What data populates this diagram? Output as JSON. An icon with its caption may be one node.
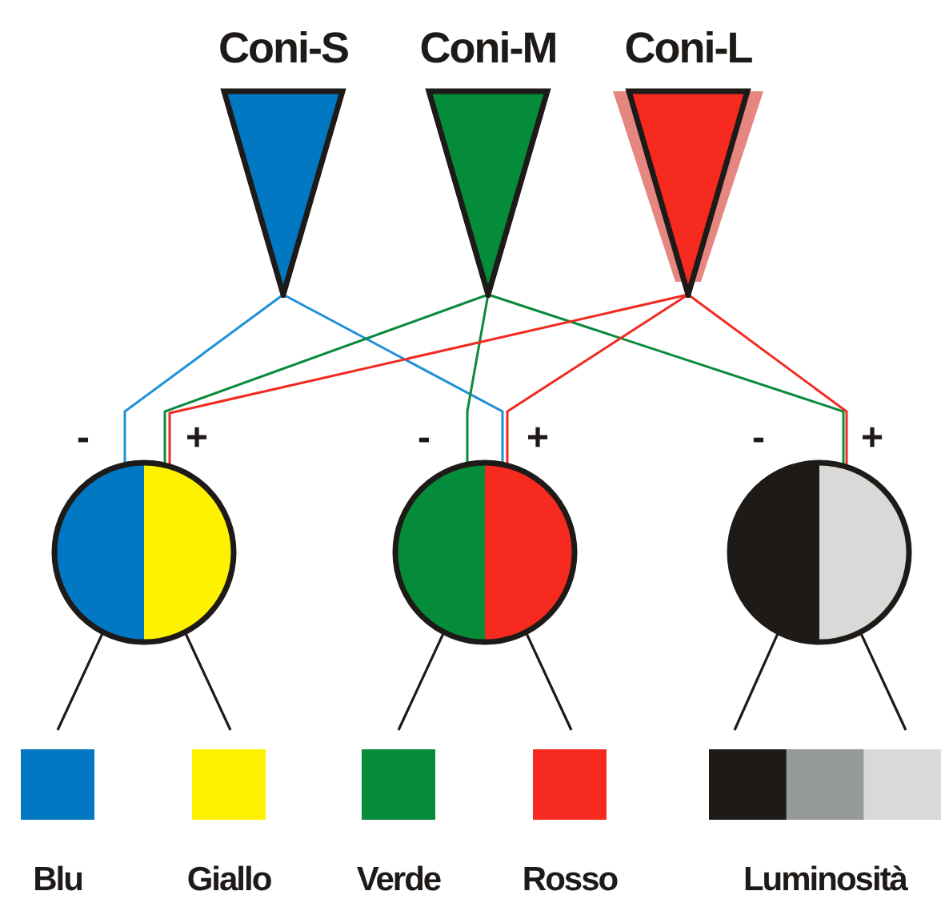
{
  "diagram": {
    "nodes": [
      {
        "text": [
          "Coni-S"
        ]
      },
      {
        "text": [
          "Coni-M"
        ]
      },
      {
        "text": [
          "Coni-L"
        ]
      },
      {
        "text": [],
        "shape": "circle",
        "beside": [
          "-",
          "+"
        ]
      },
      {
        "text": [],
        "shape": "circle",
        "beside": [
          "-",
          "+"
        ]
      },
      {
        "text": [],
        "shape": "circle",
        "beside": [
          "-",
          "+"
        ]
      },
      {
        "text": [
          "Blu"
        ]
      },
      {
        "text": [
          "Giallo"
        ]
      },
      {
        "text": [
          "Verde"
        ]
      },
      {
        "text": [
          "Rosso"
        ]
      },
      {
        "text": [
          "Luminosità"
        ]
      }
    ],
    "edges": [
      {
        "from": 0,
        "to": 3,
        "arrow": "none",
        "color": "#1e90d8"
      },
      {
        "from": 0,
        "to": 4,
        "arrow": "none",
        "color": "#1e90d8"
      },
      {
        "from": 1,
        "to": 3,
        "arrow": "none",
        "color": "#0a8a3c"
      },
      {
        "from": 1,
        "to": 4,
        "arrow": "none",
        "color": "#0a8a3c"
      },
      {
        "from": 1,
        "to": 5,
        "arrow": "none",
        "color": "#0a8a3c"
      },
      {
        "from": 2,
        "to": 3,
        "arrow": "none",
        "color": "#f02a20"
      },
      {
        "from": 2,
        "to": 4,
        "arrow": "none",
        "color": "#f02a20"
      },
      {
        "from": 2,
        "to": 5,
        "arrow": "none",
        "color": "#f02a20"
      },
      {
        "from": 3,
        "to": 6,
        "arrow": "none"
      },
      {
        "from": 3,
        "to": 7,
        "arrow": "none"
      },
      {
        "from": 4,
        "to": 8,
        "arrow": "none"
      },
      {
        "from": 4,
        "to": 9,
        "arrow": "none"
      },
      {
        "from": 5,
        "to": 10,
        "arrow": "none"
      },
      {
        "from": 5,
        "to": 10,
        "arrow": "none"
      }
    ]
  }
}
